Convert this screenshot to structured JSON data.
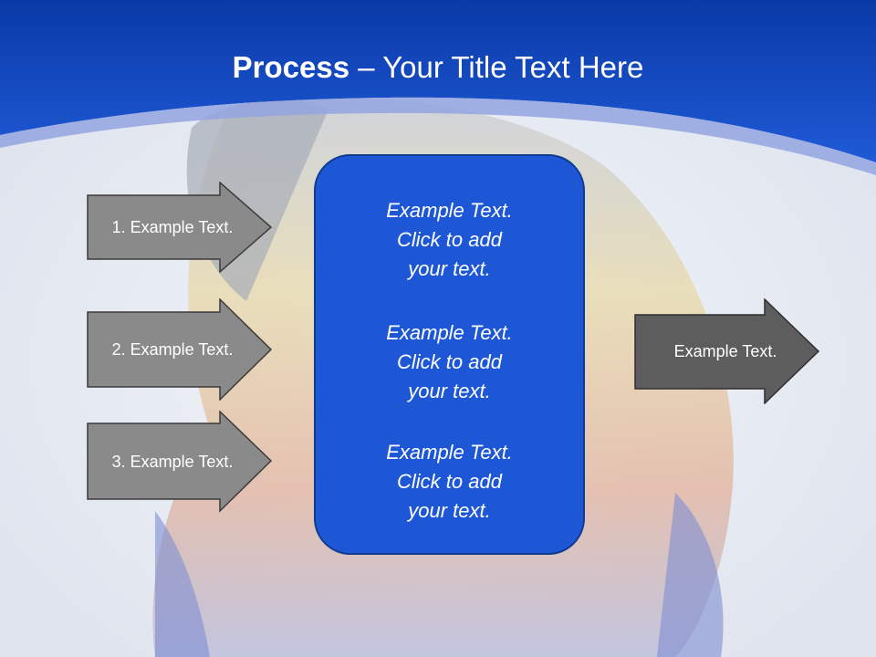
{
  "slide": {
    "title_bold": "Process",
    "title_dash": " – ",
    "title_rest": "Your Title Text Here"
  },
  "inputs": [
    {
      "label": "1. Example Text."
    },
    {
      "label": "2. Example Text."
    },
    {
      "label": "3. Example Text."
    }
  ],
  "center": [
    {
      "l1": "Example Text.",
      "l2": "Click  to add",
      "l3": "your text."
    },
    {
      "l1": "Example Text.",
      "l2": "Click  to add",
      "l3": "your text."
    },
    {
      "l1": "Example Text.",
      "l2": "Click  to add",
      "l3": "your text."
    }
  ],
  "output": {
    "label": "Example Text."
  },
  "colors": {
    "header_blue": "#0d3fbf",
    "box_blue": "#1d57d6",
    "arrow_gray": "#8a8a8a",
    "arrow_dark_gray": "#5d5d5d"
  }
}
